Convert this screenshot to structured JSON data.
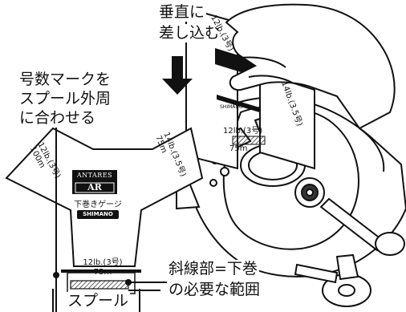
{
  "callouts": {
    "insert_vertical": [
      "垂直に",
      "差し込む"
    ],
    "align_mark": [
      "号数マークを",
      "スプール外周",
      "に合わせる"
    ],
    "hatched_area": [
      "斜線部=下巻",
      "の必要な範囲"
    ],
    "spool_label": "スプール"
  },
  "gauge_card": {
    "brand": "ANTARES",
    "model": "AR",
    "title": "下巻きゲージ",
    "maker": "SHIMANO",
    "mark_left": "12lb.(3号)",
    "mark_left_length": "100m",
    "mark_right": "14lb.(3.5号)",
    "mark_right_length": "75m",
    "mark_bottom": "12lb.(3号)",
    "mark_bottom_length": "75m"
  },
  "inserted_card": {
    "mark_top": "12lb.(3号)",
    "mark_mid": "14lb.(3.5号)",
    "mark_bottom": "12lb.(3号)",
    "mark_bottom_length": "75m",
    "maker": "SHIMANO"
  },
  "colors": {
    "line": "#111111",
    "fill": "#ffffff",
    "hatch": "#111111"
  }
}
